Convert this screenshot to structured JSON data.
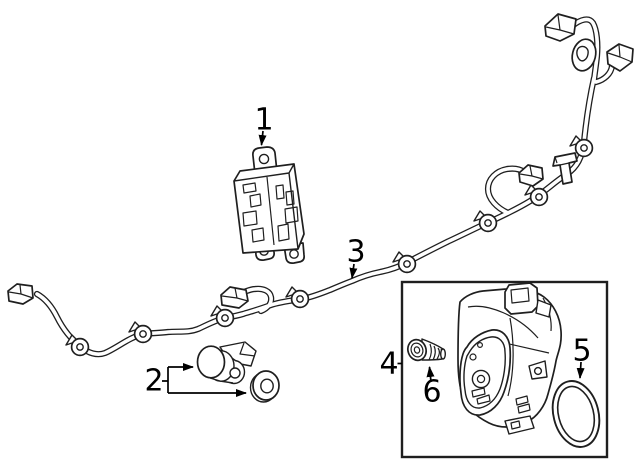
{
  "diagram": {
    "kind": "vehicle-parts-line-diagram",
    "background_color": "#ffffff",
    "line_color": "#1f1f1f",
    "label_color": "#000000"
  },
  "callouts": [
    {
      "label": "1",
      "part": "object-sensor-module"
    },
    {
      "label": "2",
      "part": "park-assist-sensor-with-retainer"
    },
    {
      "label": "3",
      "part": "wiring-harness"
    },
    {
      "label": "4",
      "part": "rear-camera-assembly"
    },
    {
      "label": "5",
      "part": "camera-seal-ring"
    },
    {
      "label": "6",
      "part": "camera-mounting-bolt"
    }
  ]
}
